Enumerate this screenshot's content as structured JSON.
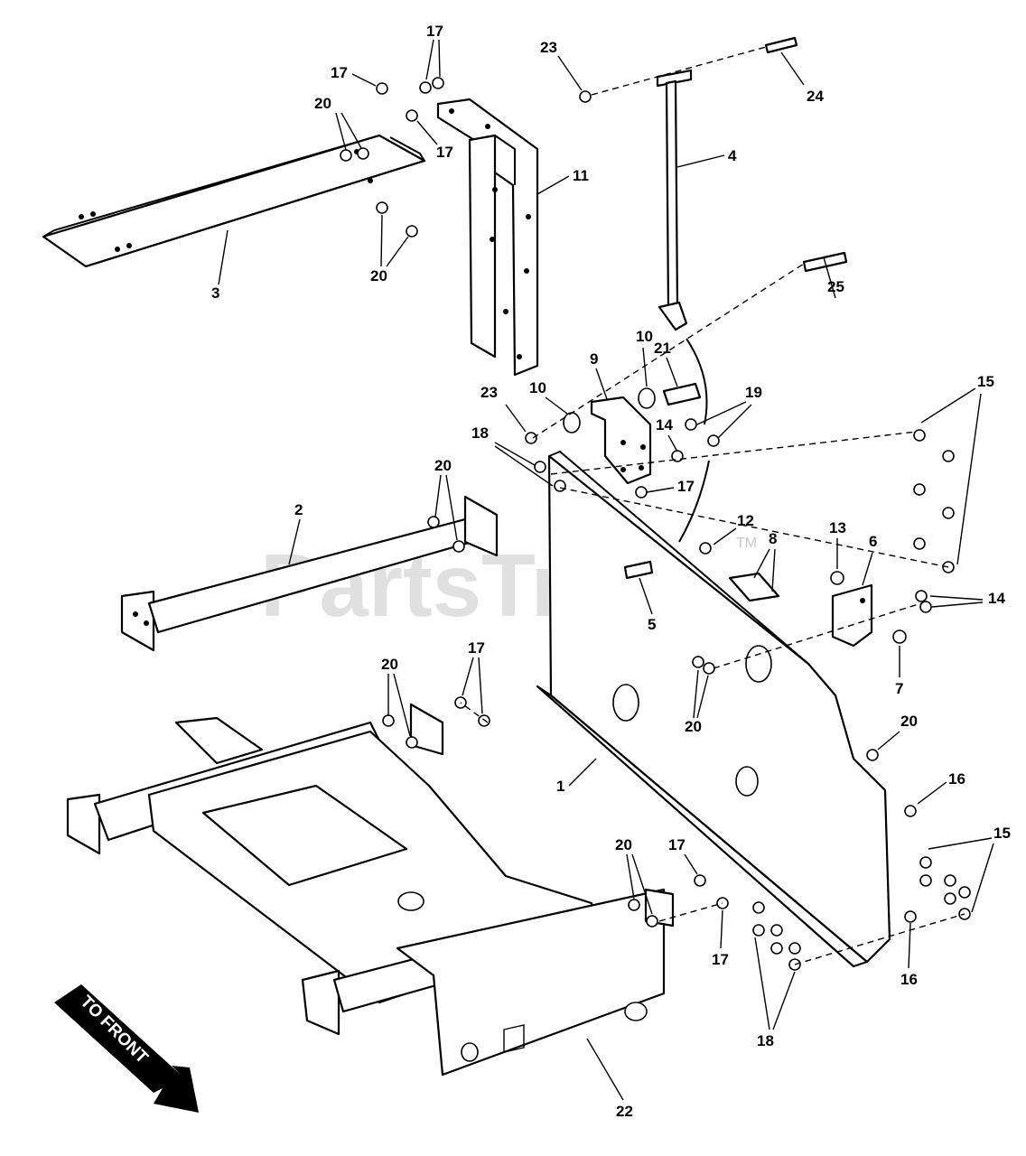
{
  "watermark": {
    "text": "PartsTree",
    "tm": "TM"
  },
  "front_arrow": {
    "label": "TO FRONT"
  },
  "callouts": {
    "c1": "1",
    "c2": "2",
    "c3": "3",
    "c4": "4",
    "c5": "5",
    "c6": "6",
    "c7": "7",
    "c8": "8",
    "c9": "9",
    "c10a": "10",
    "c10b": "10",
    "c11": "11",
    "c12": "12",
    "c13": "13",
    "c14a": "14",
    "c14b": "14",
    "c15a": "15",
    "c15b": "15",
    "c16a": "16",
    "c16b": "16",
    "c17a": "17",
    "c17b": "17",
    "c17c": "17",
    "c17d": "17",
    "c17e": "17",
    "c17f": "17",
    "c17g": "17",
    "c18a": "18",
    "c18b": "18",
    "c19": "19",
    "c20a": "20",
    "c20b": "20",
    "c20c": "20",
    "c20d": "20",
    "c20e": "20",
    "c20f": "20",
    "c20g": "20",
    "c21": "21",
    "c22": "22",
    "c23a": "23",
    "c23b": "23",
    "c24": "24",
    "c25": "25"
  }
}
